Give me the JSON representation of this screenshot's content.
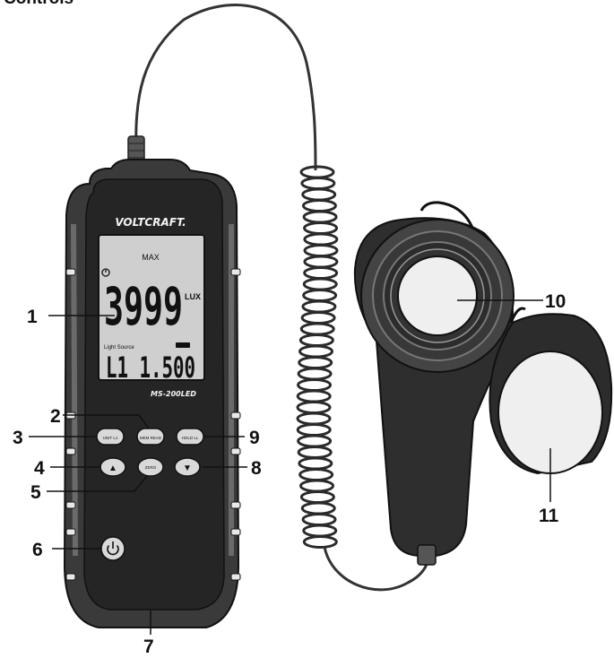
{
  "title": "Controls",
  "device": {
    "brand": "VOLTCRAFT.",
    "model": "MS-200LED",
    "display": {
      "mode": "MAX",
      "main_reading": "3999",
      "unit": "LUX",
      "source_label": "Light Source",
      "sub_reading": "L1 1.500",
      "auto_off_icon": "timer-icon"
    },
    "buttons": {
      "unit": "UNIT L1",
      "mem": "MEM READ",
      "hold": "HOLD LL",
      "up": "▲",
      "down": "▼",
      "zero": "ZERO"
    }
  },
  "callouts": [
    "1",
    "2",
    "3",
    "4",
    "5",
    "6",
    "7",
    "8",
    "9",
    "10",
    "11"
  ],
  "colors": {
    "body": "#2b2b2b",
    "grip": "#5a5a5a",
    "lcd": "#c9c9c9",
    "line": "#111111"
  }
}
